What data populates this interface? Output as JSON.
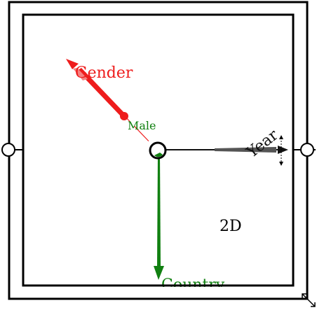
{
  "mode_label": "2D",
  "axes": {
    "gender": {
      "label": "Gender",
      "color": "#ee1c1c"
    },
    "year": {
      "label": "Year",
      "color": "#111111"
    },
    "country": {
      "label": "Country",
      "color": "#118011"
    }
  },
  "point": {
    "label": "Male",
    "color": "#118011"
  },
  "icons": {
    "left_handle": "circle-handle-icon",
    "right_handle": "circle-handle-icon",
    "center_handle": "center-knob-icon",
    "resize": "resize-diagonal-arrow-icon",
    "year_vertical": "vertical-double-arrow-icon"
  }
}
